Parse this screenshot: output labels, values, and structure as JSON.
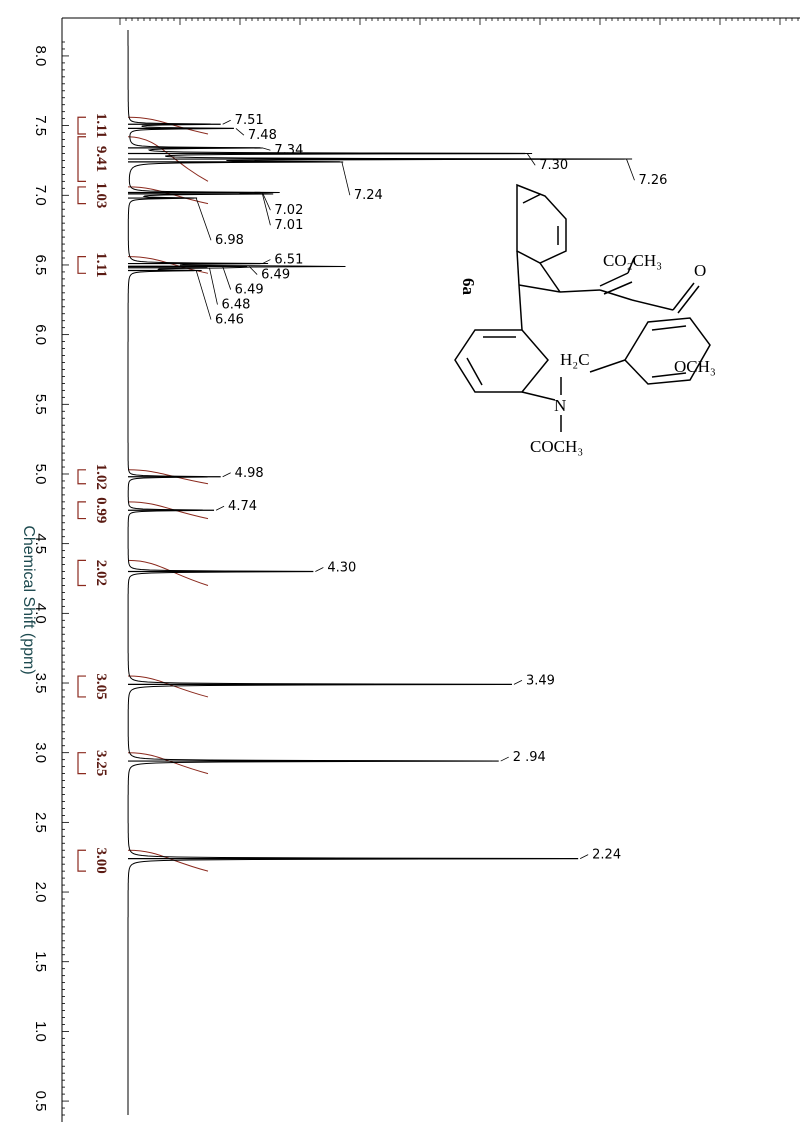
{
  "chart_data": {
    "type": "line",
    "title": "",
    "ylabel": "Chemical Shift (ppm)",
    "ylim": [
      0.4,
      8.1
    ],
    "y_ticks": [
      "8.0",
      "7.5",
      "7.0",
      "6.5",
      "6.0",
      "5.5",
      "5.0",
      "4.5",
      "4.0",
      "3.5",
      "3.0",
      "2.5",
      "2.0",
      "1.5",
      "1.0",
      "0.5"
    ],
    "grid": false,
    "baseline_color": "#000000",
    "integral_color": "#8b2a1e",
    "peaks": [
      {
        "shift": 7.51,
        "label": "7.51",
        "height": 0.14
      },
      {
        "shift": 7.48,
        "label": "7.48",
        "height": 0.16
      },
      {
        "shift": 7.34,
        "label": "7.34",
        "height": 0.2
      },
      {
        "shift": 7.3,
        "label": "7.30",
        "height": 0.6
      },
      {
        "shift": 7.26,
        "label": "7.26",
        "height": 0.75
      },
      {
        "shift": 7.24,
        "label": "7.24",
        "height": 0.32
      },
      {
        "shift": 7.02,
        "label": "7.02",
        "height": 0.2
      },
      {
        "shift": 7.01,
        "label": "7.01",
        "height": 0.2
      },
      {
        "shift": 6.98,
        "label": "6.98",
        "height": 0.1
      },
      {
        "shift": 6.51,
        "label": "6.51",
        "height": 0.2
      },
      {
        "shift": 6.49,
        "label": "6.49",
        "height": 0.18
      },
      {
        "shift": 6.49,
        "label": "6.49",
        "height": 0.14
      },
      {
        "shift": 6.48,
        "label": "6.48",
        "height": 0.12
      },
      {
        "shift": 6.46,
        "label": "6.46",
        "height": 0.1
      },
      {
        "shift": 4.98,
        "label": "4.98",
        "height": 0.14
      },
      {
        "shift": 4.74,
        "label": "4.74",
        "height": 0.13
      },
      {
        "shift": 4.3,
        "label": "4.30",
        "height": 0.28
      },
      {
        "shift": 3.49,
        "label": "3.49",
        "height": 0.58
      },
      {
        "shift": 2.94,
        "label": "2 .94",
        "height": 0.56
      },
      {
        "shift": 2.24,
        "label": "2.24",
        "height": 0.68
      }
    ],
    "integrals": [
      {
        "from": 7.56,
        "to": 7.44,
        "value": "1.11"
      },
      {
        "from": 7.42,
        "to": 7.1,
        "value": "9.41"
      },
      {
        "from": 7.06,
        "to": 6.94,
        "value": "1.03"
      },
      {
        "from": 6.56,
        "to": 6.44,
        "value": "1.11"
      },
      {
        "from": 5.03,
        "to": 4.93,
        "value": "1.02"
      },
      {
        "from": 4.8,
        "to": 4.68,
        "value": "0.99"
      },
      {
        "from": 4.38,
        "to": 4.2,
        "value": "2.02"
      },
      {
        "from": 3.55,
        "to": 3.4,
        "value": "3.05"
      },
      {
        "from": 3.0,
        "to": 2.85,
        "value": "3.25"
      },
      {
        "from": 2.3,
        "to": 2.15,
        "value": "3.00"
      }
    ]
  },
  "structure": {
    "compound_label": "6a",
    "labels": [
      "CO₂CH₃",
      "O",
      "H₂C",
      "OCH₃",
      "N",
      "COCH₃"
    ]
  }
}
